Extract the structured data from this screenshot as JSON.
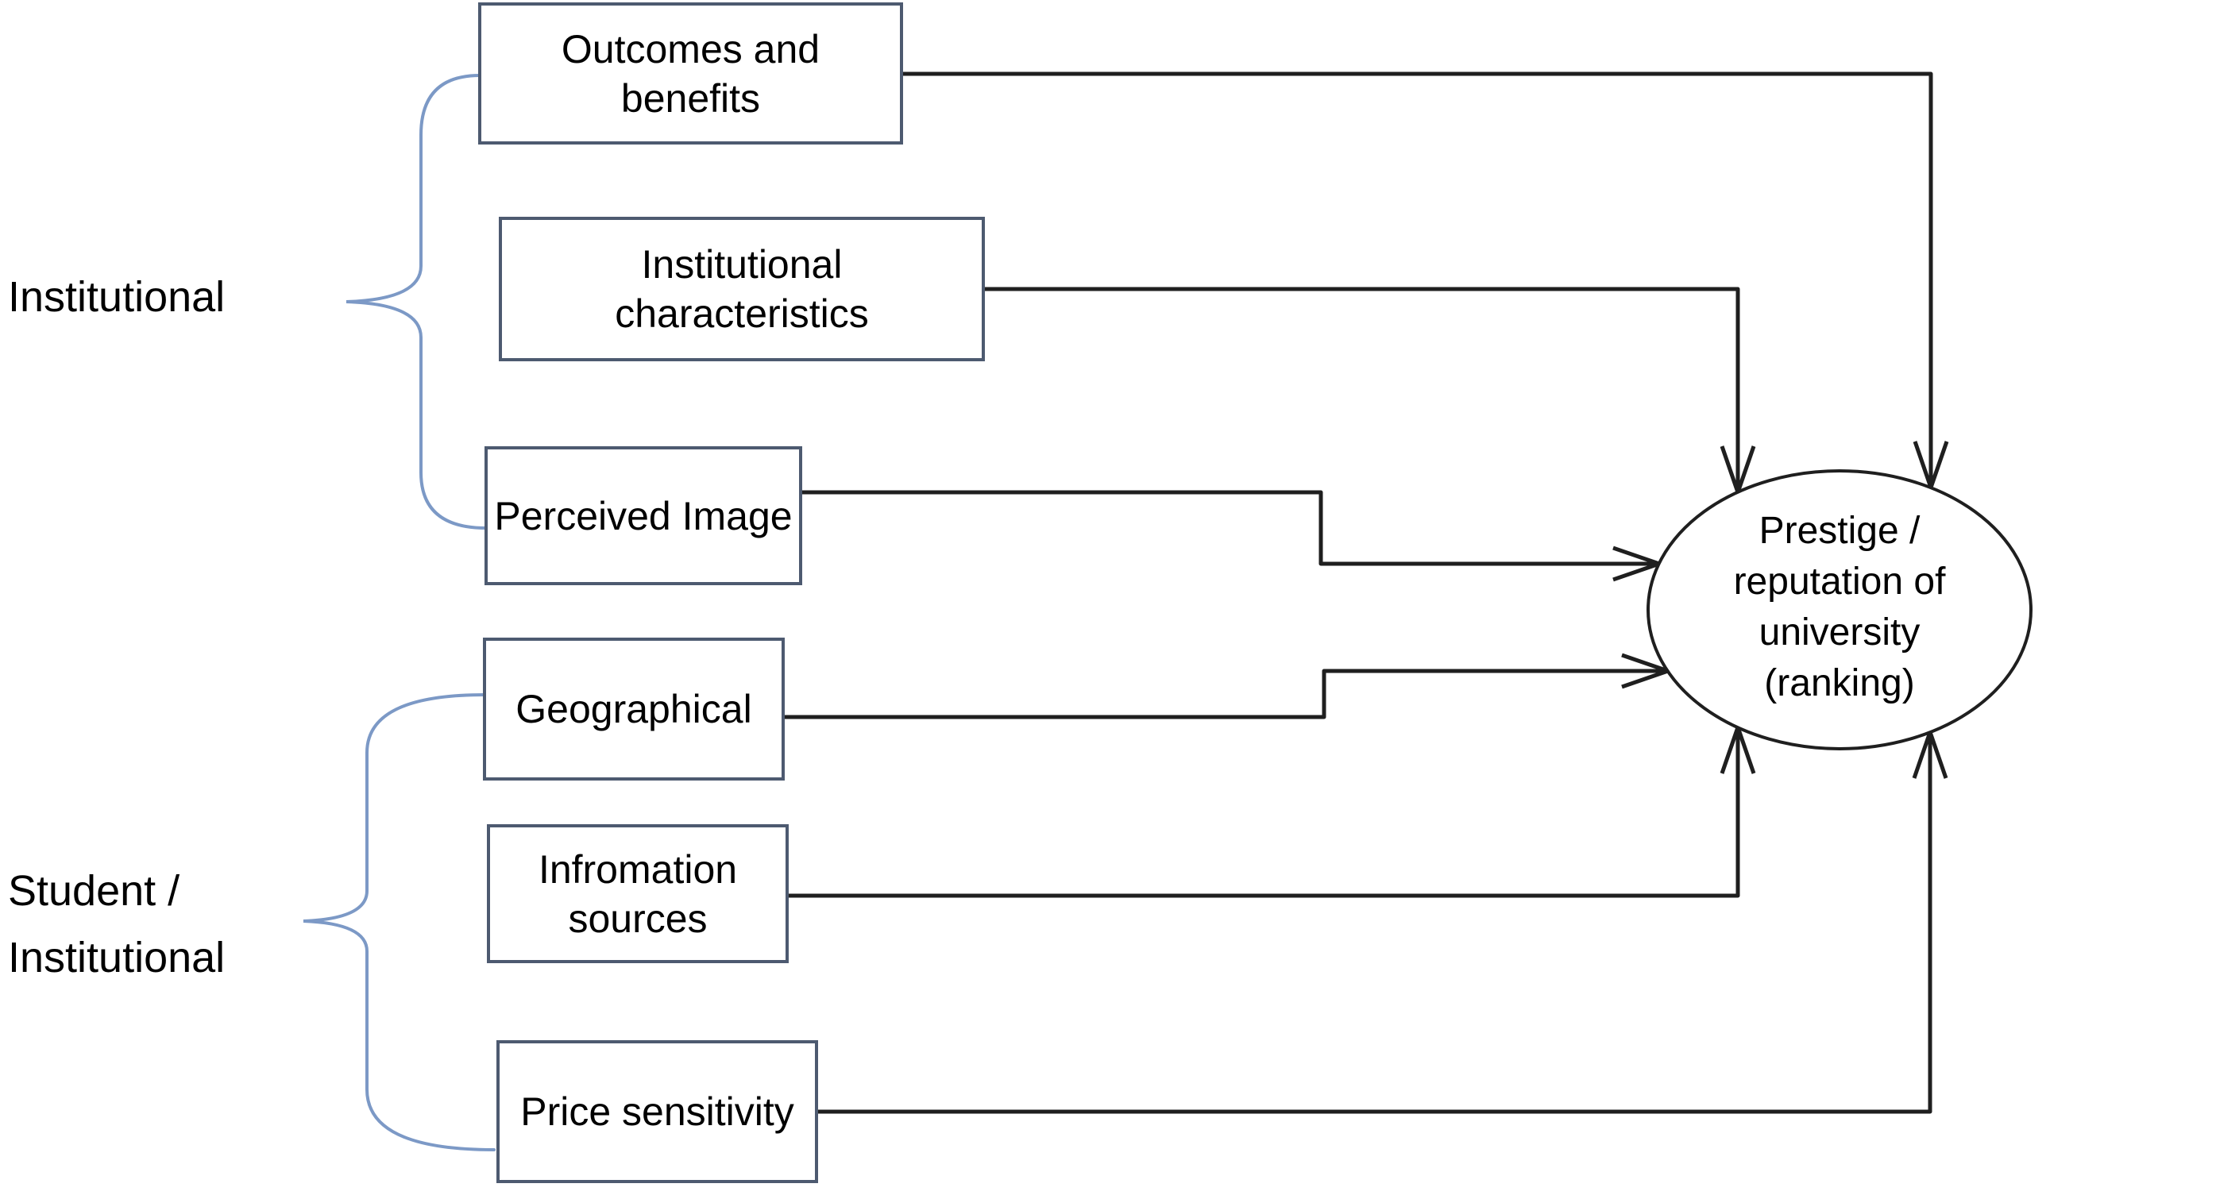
{
  "colors": {
    "line": "#1f1f1f",
    "box_border": "#4d5a70",
    "brace": "#7c99c6",
    "text": "#000000",
    "background": "#ffffff"
  },
  "nodes": {
    "boxes": [
      {
        "label": "Outcomes and\nbenefits"
      },
      {
        "label": "Institutional\ncharacteristics"
      },
      {
        "label": "Perceived Image"
      },
      {
        "label": "Geographical"
      },
      {
        "label": "Infromation\nsources"
      },
      {
        "label": "Price sensitivity"
      }
    ],
    "ellipse_label": "Prestige /\nreputation of\nuniversity\n(ranking)"
  },
  "group_labels": [
    {
      "label": "Institutional",
      "members": [
        "Outcomes and benefits",
        "Institutional characteristics",
        "Perceived Image"
      ]
    },
    {
      "label": "Student /\nInstitutional",
      "members": [
        "Geographical",
        "Infromation sources",
        "Price sensitivity"
      ]
    }
  ],
  "edges": [
    {
      "from": "Outcomes and benefits",
      "to": "Prestige / reputation of university (ranking)"
    },
    {
      "from": "Institutional characteristics",
      "to": "Prestige / reputation of university (ranking)"
    },
    {
      "from": "Perceived Image",
      "to": "Prestige / reputation of university (ranking)"
    },
    {
      "from": "Geographical",
      "to": "Prestige / reputation of university (ranking)"
    },
    {
      "from": "Infromation sources",
      "to": "Prestige / reputation of university (ranking)"
    },
    {
      "from": "Price sensitivity",
      "to": "Prestige / reputation of university (ranking)"
    }
  ]
}
